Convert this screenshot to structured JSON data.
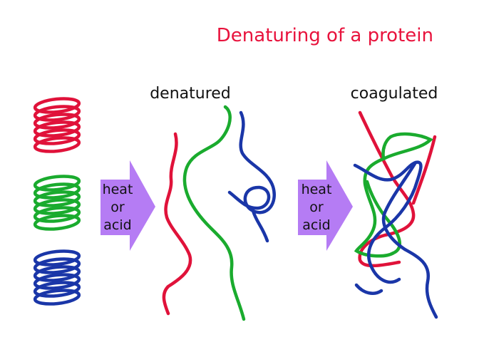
{
  "title": "Denaturing of a protein",
  "stage_labels": {
    "denatured": "denatured",
    "coagulated": "coagulated"
  },
  "arrows": [
    {
      "lines": [
        "heat",
        "or",
        "acid"
      ]
    },
    {
      "lines": [
        "heat",
        "or",
        "acid"
      ]
    }
  ],
  "colors": {
    "title": "#e8123c",
    "red_strand": "#e0123a",
    "green_strand": "#1aab2e",
    "blue_strand": "#1a36a8",
    "arrow_fill": "#b57cf4",
    "text": "#111111"
  }
}
